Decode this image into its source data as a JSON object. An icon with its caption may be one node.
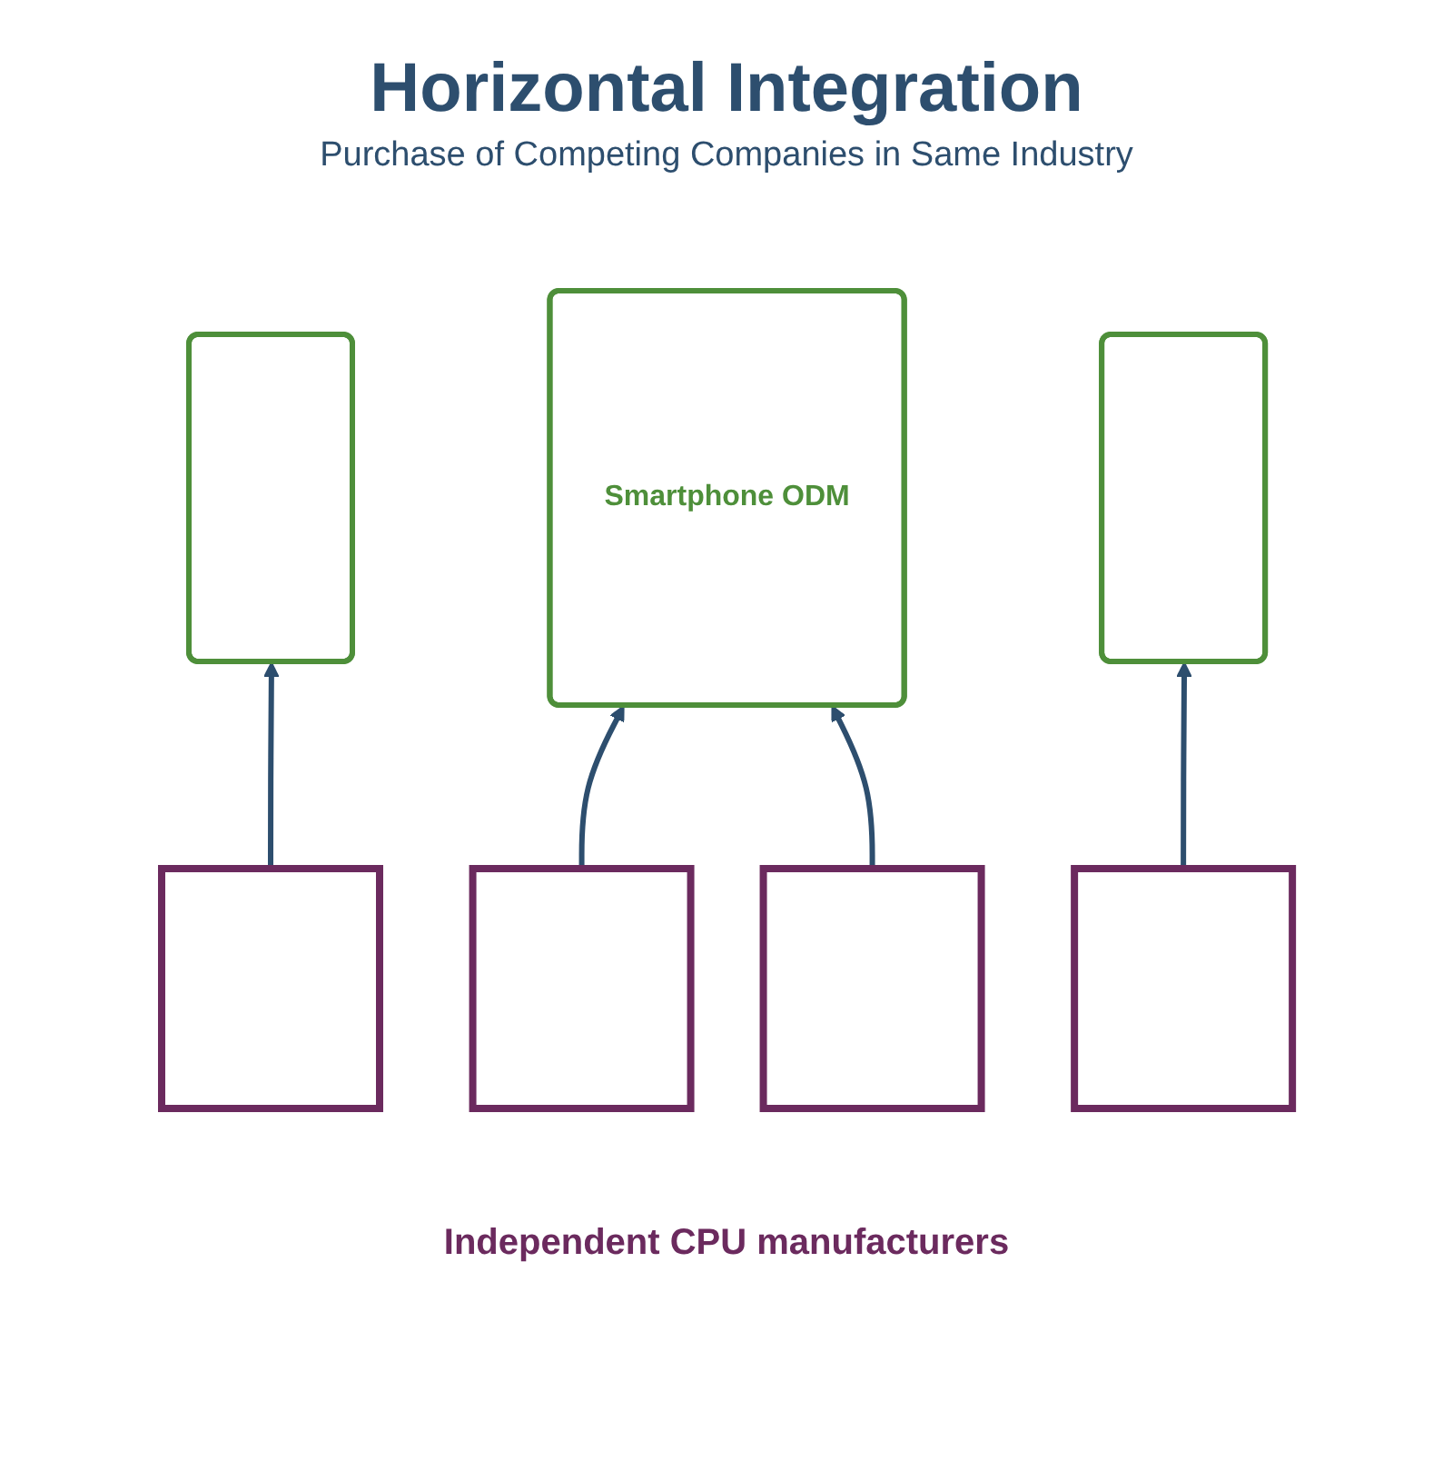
{
  "diagram": {
    "title": "Horizontal Integration",
    "caption": "Purchase of Competing Companies in Same Industry",
    "nodes": [
      {
        "text": [],
        "shape": "box"
      },
      {
        "text": [
          "Smartphone ODM"
        ]
      },
      {
        "text": [],
        "shape": "box"
      },
      {
        "text": [],
        "shape": "box"
      },
      {
        "text": [],
        "shape": "box"
      },
      {
        "text": [],
        "shape": "box"
      },
      {
        "text": [],
        "shape": "box"
      }
    ],
    "edges": [
      {
        "from": 3,
        "to": 0,
        "arrow": "to"
      },
      {
        "from": 4,
        "to": 1,
        "arrow": "to"
      },
      {
        "from": 5,
        "to": 1,
        "arrow": "to"
      },
      {
        "from": 6,
        "to": 2,
        "arrow": "to"
      }
    ],
    "labels": [
      "Independent CPU manufacturers"
    ]
  }
}
